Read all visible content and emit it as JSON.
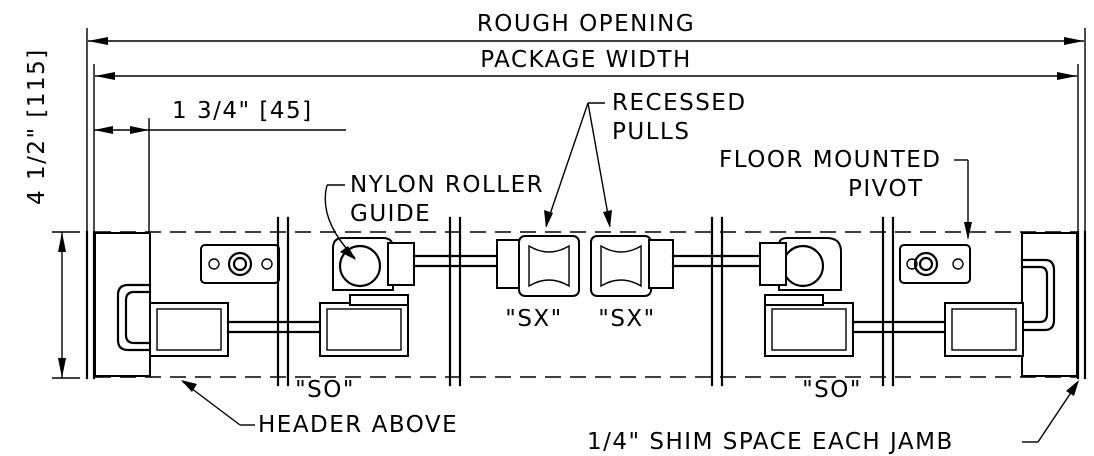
{
  "dimensions": {
    "rough_opening": "ROUGH OPENING",
    "package_width": "PACKAGE WIDTH",
    "offset": "1 3/4\" [45]",
    "height": "4 1/2\" [115]"
  },
  "callouts": {
    "recessed_pulls_line1": "RECESSED",
    "recessed_pulls_line2": "PULLS",
    "nylon_roller_line1": "NYLON ROLLER",
    "nylon_roller_line2": "GUIDE",
    "floor_pivot_line1": "FLOOR MOUNTED",
    "floor_pivot_line2": "PIVOT",
    "header_above": "HEADER ABOVE",
    "shim_space": "1/4\" SHIM SPACE EACH JAMB"
  },
  "panel_labels": {
    "so_left": "\"SO\"",
    "sx_left": "\"SX\"",
    "sx_right": "\"SX\"",
    "so_right": "\"SO\""
  }
}
